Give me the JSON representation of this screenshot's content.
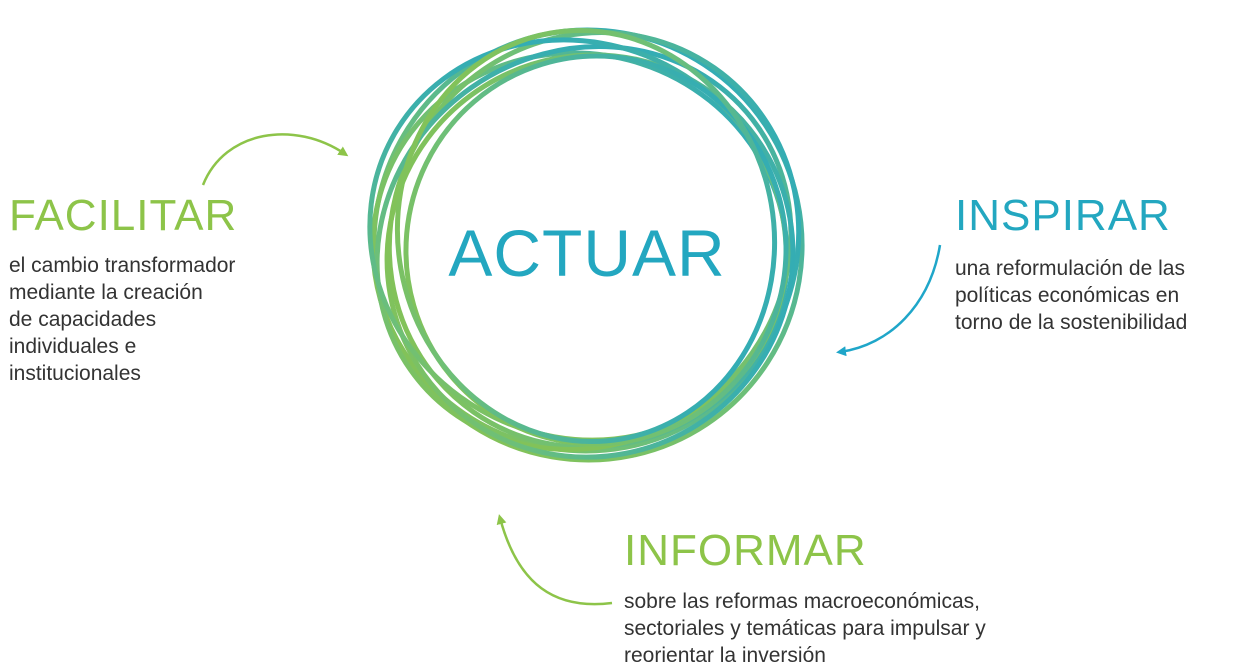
{
  "center": {
    "label": "ACTUAR"
  },
  "blocks": {
    "facilitar": {
      "title": "FACILITAR",
      "lines": [
        "el cambio transformador",
        "mediante la creación",
        "de capacidades",
        "individuales e",
        "institucionales"
      ]
    },
    "inspirar": {
      "title": "INSPIRAR",
      "lines": [
        "una reformulación de las",
        "políticas económicas en",
        "torno de la sostenibilidad"
      ]
    },
    "informar": {
      "title": "INFORMAR",
      "lines": [
        "sobre las reformas macroeconómicas,",
        "sectoriales y temáticas para impulsar y",
        "reorientar la inversión"
      ]
    }
  },
  "colors": {
    "green": "#8dc449",
    "blue": "#23a7c0",
    "text": "#333333"
  },
  "icons": {
    "facilitar_arrow": "curved-arrow-icon",
    "inspirar_arrow": "curved-arrow-icon",
    "informar_arrow": "curved-arrow-icon"
  }
}
